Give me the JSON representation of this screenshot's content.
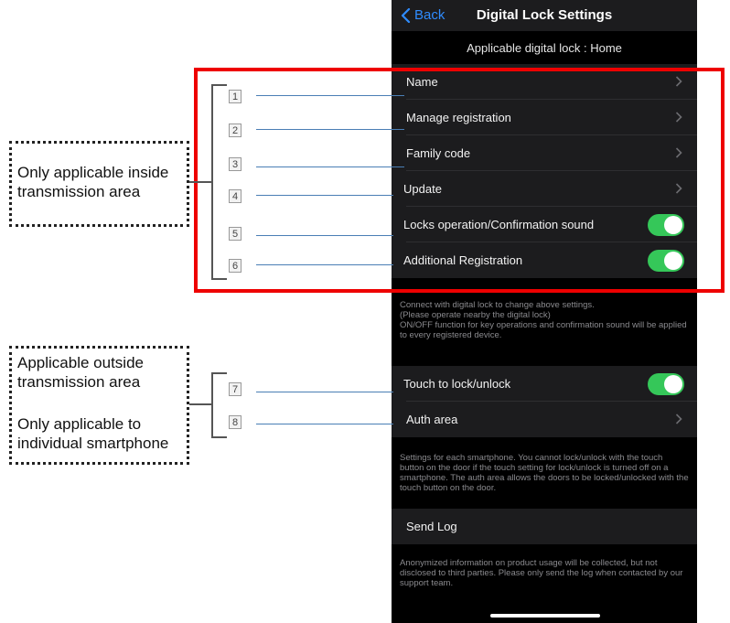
{
  "nav": {
    "back_label": "Back",
    "title": "Digital Lock Settings"
  },
  "subtitle": "Applicable digital lock : Home",
  "group1": [
    {
      "label": "Name",
      "control": "chevron"
    },
    {
      "label": "Manage registration",
      "control": "chevron"
    },
    {
      "label": "Family code",
      "control": "chevron"
    },
    {
      "label": "Update",
      "control": "chevron"
    },
    {
      "label": "Locks operation/Confirmation sound",
      "control": "toggle",
      "on": true
    },
    {
      "label": "Additional Registration",
      "control": "toggle",
      "on": true
    }
  ],
  "note1": "Connect with digital lock to change above settings.\n(Please operate nearby the digital lock)\nON/OFF function for key operations and confirmation sound will be applied to every registered device.",
  "group2": [
    {
      "label": "Touch to lock/unlock",
      "control": "toggle",
      "on": true
    },
    {
      "label": "Auth area",
      "control": "chevron"
    }
  ],
  "note2": "Settings for each smartphone. You cannot lock/unlock with the touch button on the door if the touch setting for lock/unlock is turned off on a smartphone. The auth area allows the doors to be locked/unlocked with the touch button on the door.",
  "send_log_label": "Send Log",
  "note3": "Anonymized information on product usage will be collected, but not disclosed to third parties. Please only send the log when contacted by our support team.",
  "annotations": {
    "box1_text": "Only applicable inside\ntransmission area",
    "box2_line1": "Applicable outside\ntransmission area",
    "box2_line2": "Only applicable to\nindividual smartphone",
    "numbers": [
      "1",
      "2",
      "3",
      "4",
      "5",
      "6",
      "7",
      "8"
    ]
  },
  "colors": {
    "accent": "#2f8cff",
    "toggle_on": "#35c759",
    "highlight": "#ee0000",
    "leader": "#4a7eb5"
  }
}
